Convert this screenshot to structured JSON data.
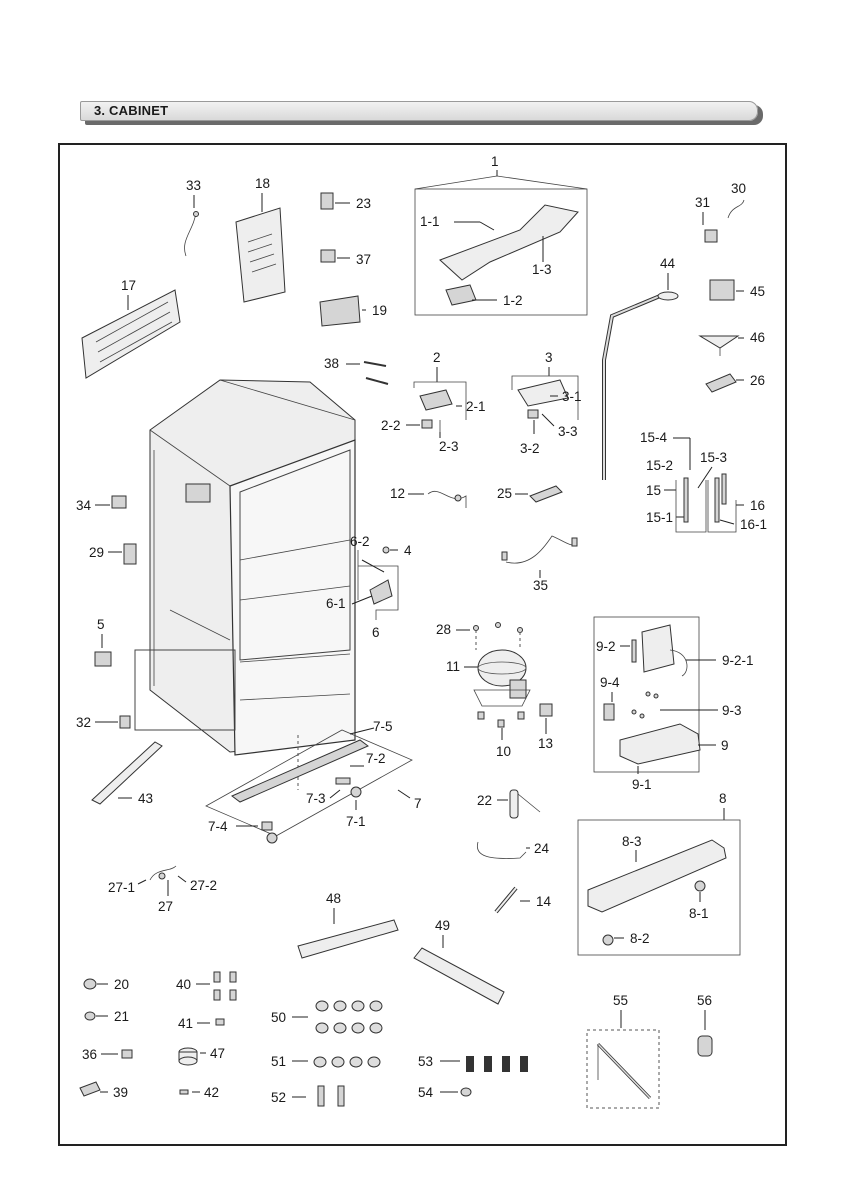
{
  "section": {
    "title": "3. CABINET"
  },
  "labels": {
    "p1": "1",
    "p1_1": "1-1",
    "p1_2": "1-2",
    "p1_3": "1-3",
    "p2": "2",
    "p2_1": "2-1",
    "p2_2": "2-2",
    "p2_3": "2-3",
    "p3": "3",
    "p3_1": "3-1",
    "p3_2": "3-2",
    "p3_3": "3-3",
    "p4": "4",
    "p5": "5",
    "p6": "6",
    "p6_1": "6-1",
    "p6_2": "6-2",
    "p7": "7",
    "p7_1": "7-1",
    "p7_2": "7-2",
    "p7_3": "7-3",
    "p7_4": "7-4",
    "p7_5": "7-5",
    "p8": "8",
    "p8_1": "8-1",
    "p8_2": "8-2",
    "p8_3": "8-3",
    "p9": "9",
    "p9_1": "9-1",
    "p9_2": "9-2",
    "p9_2_1": "9-2-1",
    "p9_3": "9-3",
    "p9_4": "9-4",
    "p10": "10",
    "p11": "11",
    "p12": "12",
    "p13": "13",
    "p14": "14",
    "p15": "15",
    "p15_1": "15-1",
    "p15_2": "15-2",
    "p15_3": "15-3",
    "p15_4": "15-4",
    "p16": "16",
    "p16_1": "16-1",
    "p17": "17",
    "p18": "18",
    "p19": "19",
    "p20": "20",
    "p21": "21",
    "p22": "22",
    "p23": "23",
    "p24": "24",
    "p25": "25",
    "p26": "26",
    "p27": "27",
    "p27_1": "27-1",
    "p27_2": "27-2",
    "p28": "28",
    "p29": "29",
    "p30": "30",
    "p31": "31",
    "p32": "32",
    "p33": "33",
    "p34": "34",
    "p35": "35",
    "p36": "36",
    "p37": "37",
    "p38": "38",
    "p39": "39",
    "p40": "40",
    "p41": "41",
    "p42": "42",
    "p43": "43",
    "p44": "44",
    "p45": "45",
    "p46": "46",
    "p47": "47",
    "p48": "48",
    "p49": "49",
    "p50": "50",
    "p51": "51",
    "p52": "52",
    "p53": "53",
    "p54": "54",
    "p55": "55",
    "p56": "56"
  }
}
